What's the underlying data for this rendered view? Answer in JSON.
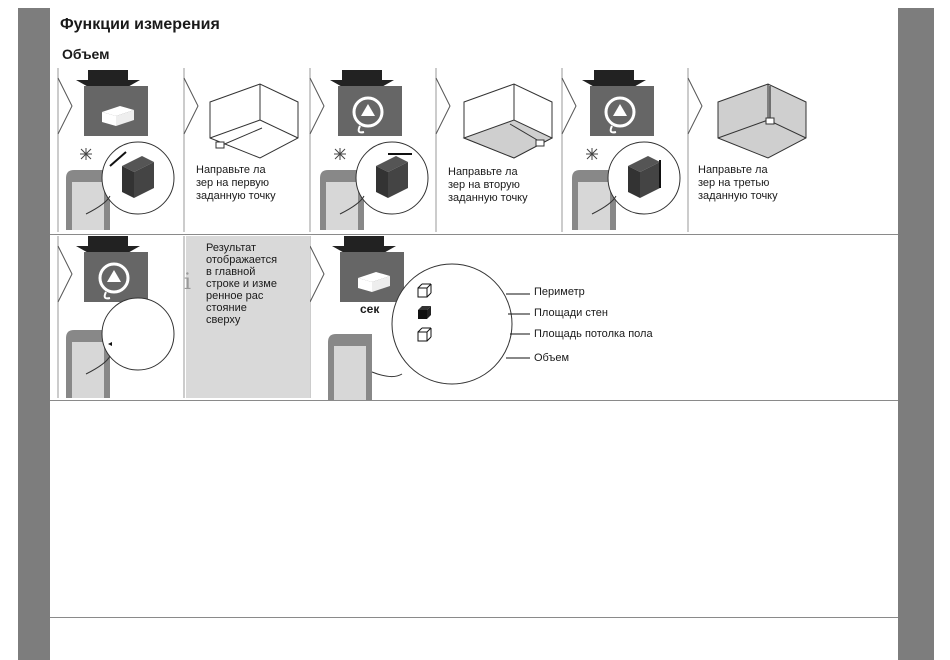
{
  "title": "Функции измерения",
  "subtitle": "Объем",
  "steps": [
    {
      "text": "Направьте ла\nзер на первую\nзаданную точку"
    },
    {
      "text": "Направьте ла\nзер на вторую\nзаданную точку"
    },
    {
      "text": "Направьте ла\nзер на третью\nзаданную точку"
    }
  ],
  "info": {
    "text": "Результат\nотображается\nв главной\nстроке  и изме\nренное рас\nстояние\nсверху"
  },
  "display": {
    "unit": "сек"
  },
  "results": [
    "Периметр",
    "Площади стен",
    "Площадь потолка пола",
    "Объем"
  ],
  "icons": {
    "arrow": "down-arrow-icon",
    "volume_button": "volume-key-icon",
    "measure_button": "measure-key-icon",
    "laser": "laser-star-icon"
  }
}
